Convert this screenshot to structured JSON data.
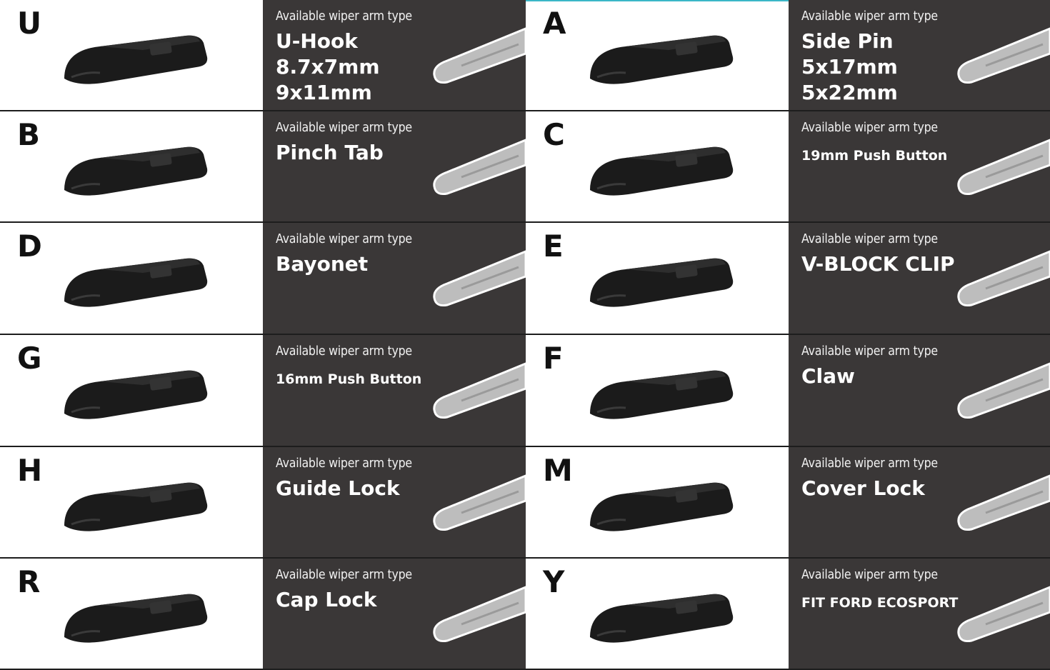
{
  "caption": "Available wiper arm type",
  "rows": [
    [
      {
        "letter": "U",
        "names": [
          "U-Hook",
          "8.7x7mm",
          "9x11mm"
        ],
        "small": false
      },
      {
        "letter": "A",
        "names": [
          "Side Pin",
          "5x17mm",
          "5x22mm"
        ],
        "small": false
      }
    ],
    [
      {
        "letter": "B",
        "names": [
          "Pinch Tab"
        ],
        "small": false
      },
      {
        "letter": "C",
        "names": [
          "19mm Push Button"
        ],
        "small": true
      }
    ],
    [
      {
        "letter": "D",
        "names": [
          "Bayonet"
        ],
        "small": false
      },
      {
        "letter": "E",
        "names": [
          "V-BLOCK CLIP"
        ],
        "small": false
      }
    ],
    [
      {
        "letter": "G",
        "names": [
          "16mm Push Button"
        ],
        "small": true
      },
      {
        "letter": "F",
        "names": [
          "Claw"
        ],
        "small": false
      }
    ],
    [
      {
        "letter": "H",
        "names": [
          "Guide Lock"
        ],
        "small": false
      },
      {
        "letter": "M",
        "names": [
          "Cover Lock"
        ],
        "small": false
      }
    ],
    [
      {
        "letter": "R",
        "names": [
          "Cap Lock"
        ],
        "small": false
      },
      {
        "letter": "Y",
        "names": [
          "FIT FORD ECOSPORT"
        ],
        "small": true
      }
    ]
  ],
  "colors": {
    "dark_panel": "#3a3737",
    "adapter": "#1b1b1b",
    "arm_fill": "#bdbdbd",
    "arm_outline": "#ffffff",
    "accent_line": "#3bb7c7"
  }
}
